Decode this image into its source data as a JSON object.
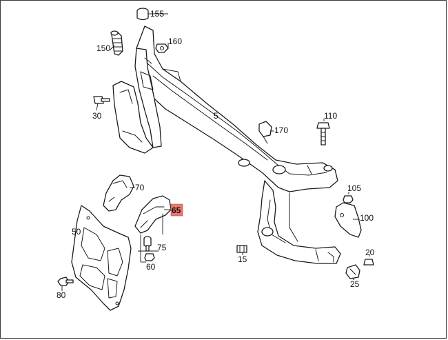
{
  "callouts": [
    {
      "id": "155",
      "label": "155"
    },
    {
      "id": "160",
      "label": "160"
    },
    {
      "id": "150",
      "label": "150"
    },
    {
      "id": "30",
      "label": "30"
    },
    {
      "id": "5",
      "label": "5"
    },
    {
      "id": "170",
      "label": "170"
    },
    {
      "id": "110",
      "label": "110"
    },
    {
      "id": "70",
      "label": "70"
    },
    {
      "id": "65",
      "label": "65",
      "highlighted": true
    },
    {
      "id": "50",
      "label": "50"
    },
    {
      "id": "75",
      "label": "75"
    },
    {
      "id": "60",
      "label": "60"
    },
    {
      "id": "80",
      "label": "80"
    },
    {
      "id": "105",
      "label": "105"
    },
    {
      "id": "100",
      "label": "100"
    },
    {
      "id": "15",
      "label": "15"
    },
    {
      "id": "20",
      "label": "20"
    },
    {
      "id": "25",
      "label": "25"
    }
  ],
  "colors": {
    "highlight": "#e8776e",
    "line": "#1a1a1a",
    "background": "#ffffff"
  }
}
